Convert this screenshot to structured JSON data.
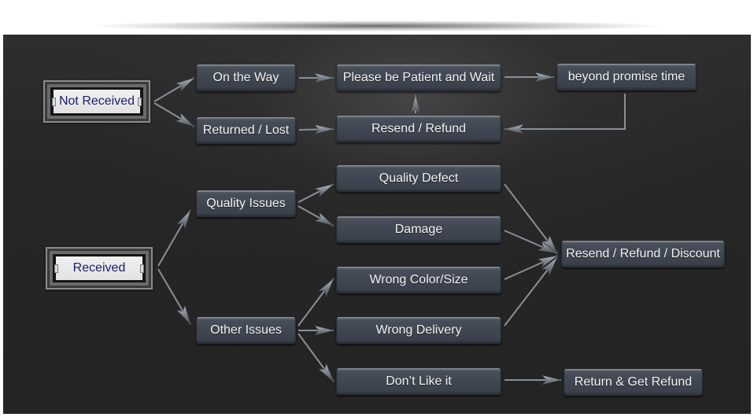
{
  "diagram": {
    "roots": {
      "not_received": "Not Received",
      "received": "Received"
    },
    "nodes": {
      "on_the_way": "On the Way",
      "returned_lost": "Returned / Lost",
      "please_wait": "Please be Patient and Wait",
      "resend_refund": "Resend / Refund",
      "beyond_promise": "beyond promise time",
      "quality_issues": "Quality Issues",
      "other_issues": "Other Issues",
      "quality_defect": "Quality Defect",
      "damage": "Damage",
      "wrong_color_size": "Wrong Color/Size",
      "wrong_delivery": "Wrong Delivery",
      "dont_like": "Don’t Like it",
      "resend_refund_discount": "Resend / Refund / Discount",
      "return_get_refund": "Return & Get Refund"
    },
    "edges": [
      {
        "from": "not_received",
        "to": "on_the_way"
      },
      {
        "from": "not_received",
        "to": "returned_lost"
      },
      {
        "from": "on_the_way",
        "to": "please_wait"
      },
      {
        "from": "returned_lost",
        "to": "resend_refund"
      },
      {
        "from": "resend_refund",
        "to": "please_wait"
      },
      {
        "from": "please_wait",
        "to": "beyond_promise"
      },
      {
        "from": "beyond_promise",
        "to": "resend_refund"
      },
      {
        "from": "received",
        "to": "quality_issues"
      },
      {
        "from": "received",
        "to": "other_issues"
      },
      {
        "from": "quality_issues",
        "to": "quality_defect"
      },
      {
        "from": "quality_issues",
        "to": "damage"
      },
      {
        "from": "other_issues",
        "to": "wrong_color_size"
      },
      {
        "from": "other_issues",
        "to": "wrong_delivery"
      },
      {
        "from": "other_issues",
        "to": "dont_like"
      },
      {
        "from": "quality_defect",
        "to": "resend_refund_discount"
      },
      {
        "from": "damage",
        "to": "resend_refund_discount"
      },
      {
        "from": "wrong_color_size",
        "to": "resend_refund_discount"
      },
      {
        "from": "wrong_delivery",
        "to": "resend_refund_discount"
      },
      {
        "from": "dont_like",
        "to": "return_get_refund"
      }
    ]
  },
  "colors": {
    "background": "#262626",
    "node_fill": "#424852",
    "node_text": "#f2f2f2",
    "root_text": "#1c1c6e",
    "edge": "#8a8f98"
  }
}
